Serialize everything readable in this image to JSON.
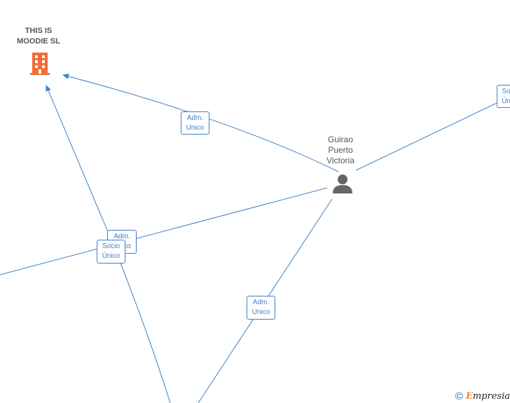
{
  "nodes": {
    "company": {
      "name": "THIS IS\nMOODIE  SL",
      "icon": "building-icon",
      "color": "#f26d36"
    },
    "person": {
      "name": "Guirao\nPuerto\nVictoria",
      "icon": "person-icon",
      "color": "#666666"
    }
  },
  "edge_labels": {
    "adm_unico_top": "Adm.\nUnico",
    "socio_unico_right": "Socio\nÚnico",
    "adm_left": "Adm.\nUnico",
    "socio_unico_left": "Socio\nÚnico",
    "adm_unico_bottom": "Adm.\nUnico"
  },
  "colors": {
    "edge": "#3f7fc8"
  },
  "watermark": {
    "copyright": "©",
    "brand_initial": "E",
    "brand_rest": "mpresia"
  }
}
